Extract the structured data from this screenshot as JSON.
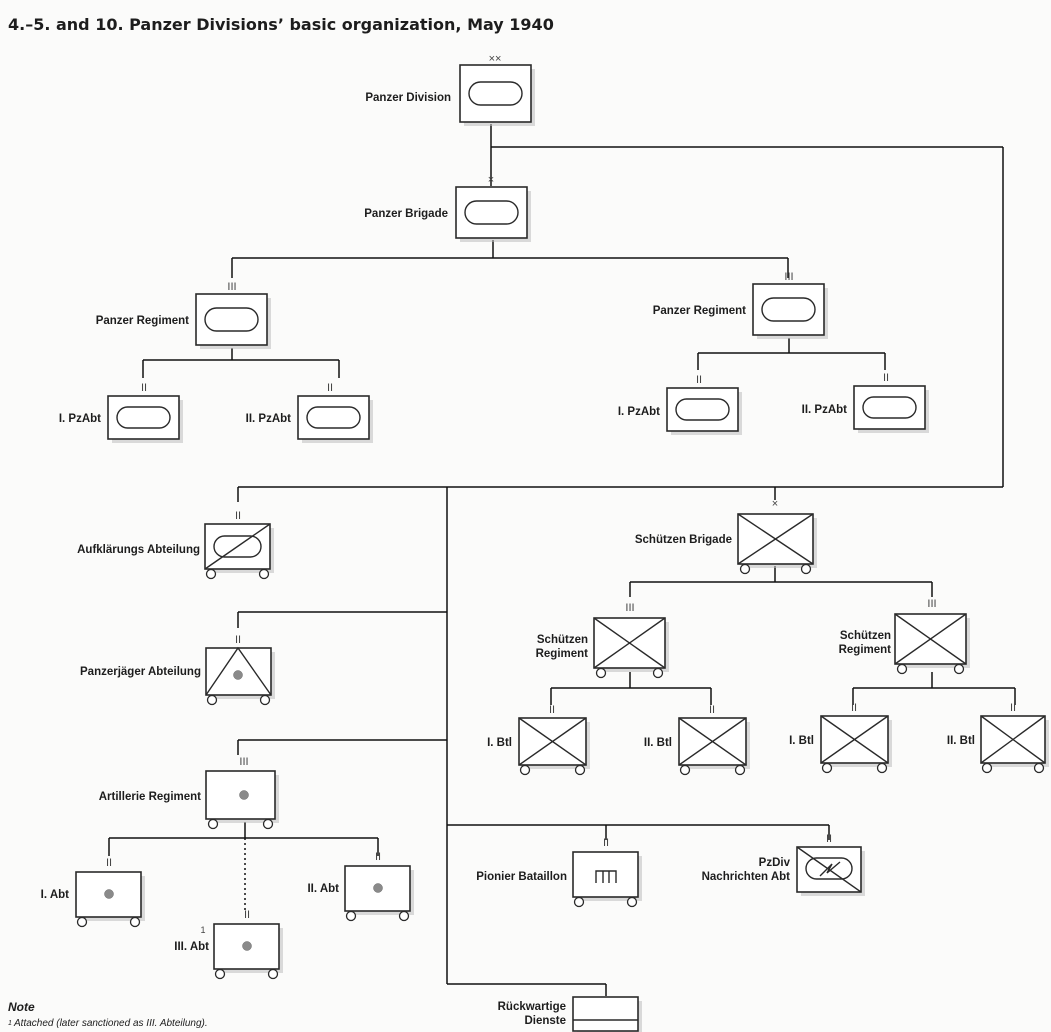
{
  "title": "4.–5. and 10. Panzer Divisions’ basic organization, May 1940",
  "units": {
    "panzer_division": {
      "label": "Panzer Division",
      "rank": "××"
    },
    "panzer_brigade": {
      "label": "Panzer Brigade",
      "rank": "×"
    },
    "panzer_regiment_1": {
      "label": "Panzer Regiment",
      "rank": "III"
    },
    "panzer_regiment_2": {
      "label": "Panzer Regiment",
      "rank": "III"
    },
    "pzabt_1_1": {
      "label": "I. PzAbt",
      "rank": "II"
    },
    "pzabt_1_2": {
      "label": "II. PzAbt",
      "rank": "II"
    },
    "pzabt_2_1": {
      "label": "I. PzAbt",
      "rank": "II"
    },
    "pzabt_2_2": {
      "label": "II. PzAbt",
      "rank": "II"
    },
    "aufklarung": {
      "label": "Aufklärungs Abteilung",
      "rank": "II"
    },
    "panzerjager": {
      "label": "Panzerjäger Abteilung",
      "rank": "II"
    },
    "artillerie": {
      "label": "Artillerie Regiment",
      "rank": "III"
    },
    "art_abt_1": {
      "label": "I. Abt",
      "rank": "II"
    },
    "art_abt_2": {
      "label": "II. Abt",
      "rank": "II"
    },
    "art_abt_3": {
      "label": "III. Abt",
      "rank": "II",
      "footnote_mark": "1"
    },
    "schutzen_brigade": {
      "label": "Schützen Brigade",
      "rank": "×"
    },
    "schutzen_regiment_1": {
      "label_line1": "Schützen",
      "label_line2": "Regiment",
      "rank": "III"
    },
    "schutzen_regiment_2": {
      "label_line1": "Schützen",
      "label_line2": "Regiment",
      "rank": "III"
    },
    "btl_1_1": {
      "label": "I. Btl",
      "rank": "II"
    },
    "btl_1_2": {
      "label": "II. Btl",
      "rank": "II"
    },
    "btl_2_1": {
      "label": "I. Btl",
      "rank": "II"
    },
    "btl_2_2": {
      "label": "II. Btl",
      "rank": "II"
    },
    "pionier": {
      "label": "Pionier Bataillon",
      "rank": "II"
    },
    "nachrichten": {
      "label_line1": "PzDiv",
      "label_line2": "Nachrichten Abt",
      "rank": "II"
    },
    "ruckwartige": {
      "label_line1": "Rückwartige",
      "label_line2": "Dienste"
    }
  },
  "note": {
    "heading": "Note",
    "footnote_mark": "1",
    "text": "Attached (later sanctioned as III. Abteilung)."
  },
  "colors": {
    "line": "#111111",
    "box_border": "#2a2a2a",
    "box_fill": "#ffffff",
    "gun_dot": "#8a8a8a"
  }
}
